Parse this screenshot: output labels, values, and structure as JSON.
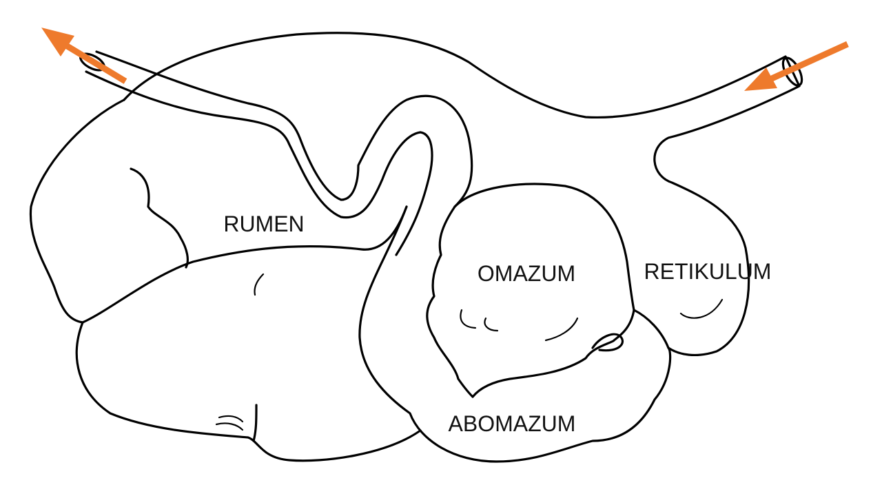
{
  "labels": {
    "rumen": "RUMEN",
    "omazum": "OMAZUM",
    "retikulum": "RETIKULUM",
    "abomazum": "ABOMAZUM"
  },
  "colors": {
    "outline": "#000000",
    "arrow": "#EE7A2C",
    "background": "#FFFFFF"
  }
}
